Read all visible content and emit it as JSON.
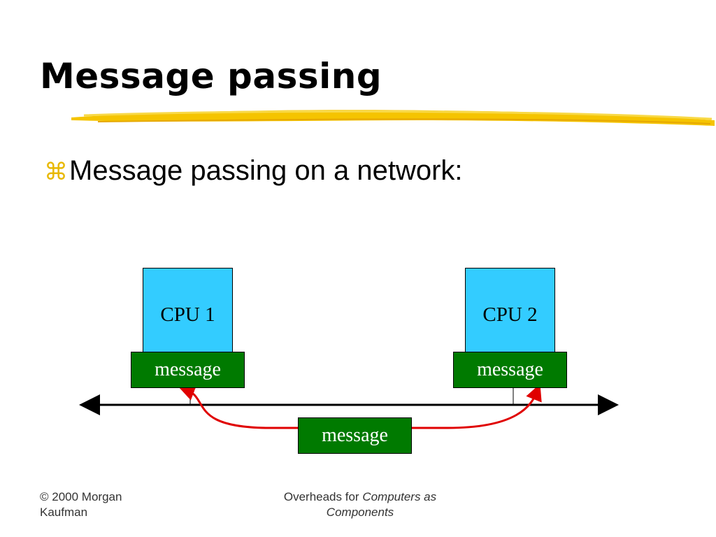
{
  "slide": {
    "title": "Message passing",
    "bullet_icon": "⌘",
    "bullet_text": "Message passing on a network:"
  },
  "diagram": {
    "cpu1_label": "CPU 1",
    "cpu2_label": "CPU 2",
    "cpu1_message": "message",
    "cpu2_message": "message",
    "transit_message": "message",
    "colors": {
      "cpu_fill": "#33ccff",
      "message_fill": "#007a00",
      "arrow": "#e00000",
      "accent_stroke": "#f5c400"
    }
  },
  "footer": {
    "copyright": "© 2000 Morgan Kaufman",
    "overheads_prefix": "Overheads for ",
    "overheads_title": "Computers as Components"
  }
}
